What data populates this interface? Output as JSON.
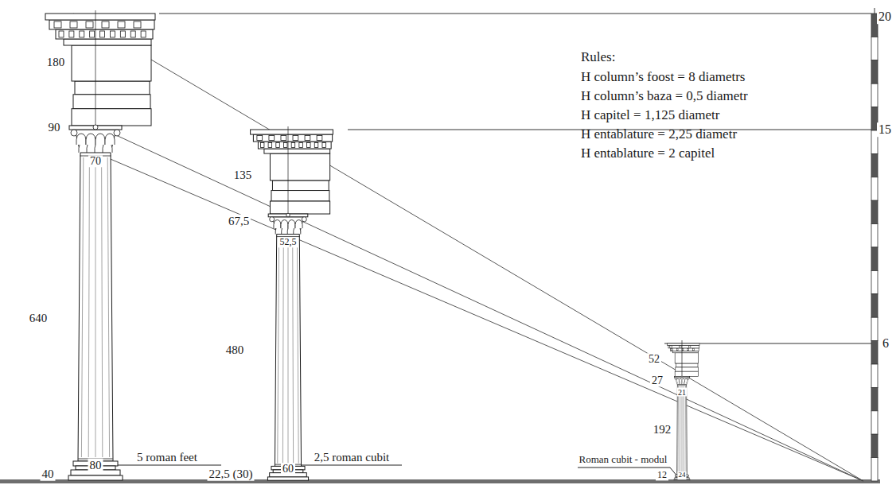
{
  "diagram": {
    "labels": [
      "180",
      "90",
      "70",
      "640",
      "40",
      "80",
      "5 roman feet",
      "135",
      "67,5",
      "52,5",
      "480",
      "22,5 (30)",
      "60",
      "2,5 roman cubit",
      "52",
      "27",
      "21",
      "192",
      "Roman cubit - modul",
      "12",
      "24",
      "20",
      "15",
      "6",
      "Rules:",
      "H column’s foost = 8 diametrs",
      "H column’s baza = 0,5 diametr",
      "H capitel = 1,125 diametr",
      "H entablature = 2,25 diametr",
      "H entablature = 2 capitel"
    ]
  }
}
